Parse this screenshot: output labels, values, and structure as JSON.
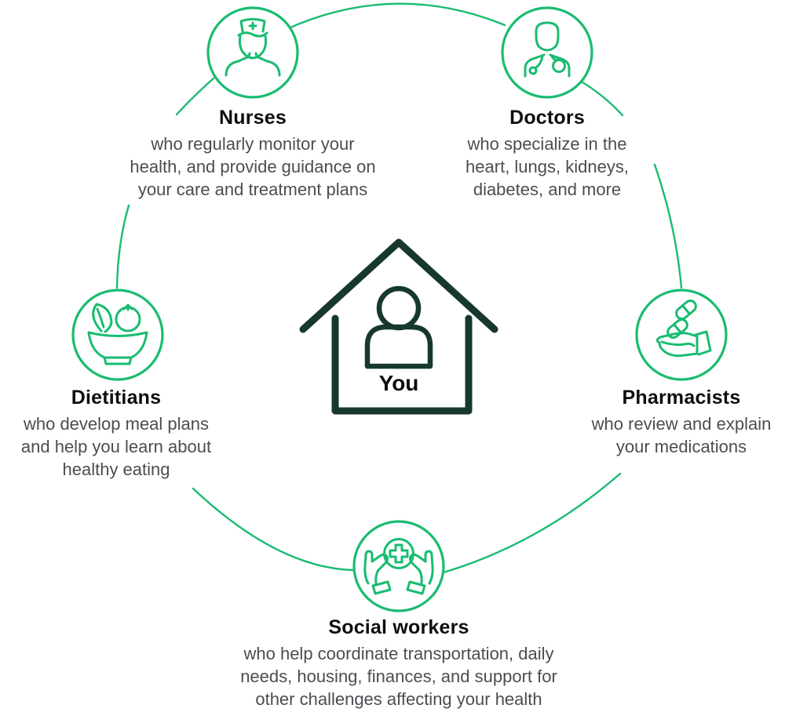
{
  "colors": {
    "accent_green": "#19bc70",
    "house_dark": "#16392b",
    "title_text": "#0d0e10",
    "body_text": "#4c4d52",
    "background": "#ffffff"
  },
  "center": {
    "label": "You",
    "icon": "house-with-person-icon"
  },
  "nodes": [
    {
      "id": "nurses",
      "icon": "nurse-icon",
      "title": "Nurses",
      "description": "who regularly monitor your\nhealth, and provide guidance on\nyour care and treatment plans"
    },
    {
      "id": "doctors",
      "icon": "doctor-icon",
      "title": "Doctors",
      "description": "who specialize in the\nheart, lungs, kidneys,\ndiabetes, and more"
    },
    {
      "id": "dietitians",
      "icon": "food-bowl-icon",
      "title": "Dietitians",
      "description": "who develop meal plans\nand help you learn about\nhealthy eating"
    },
    {
      "id": "pharmacists",
      "icon": "hand-with-pills-icon",
      "title": "Pharmacists",
      "description": "who review and explain\nyour medications"
    },
    {
      "id": "social_workers",
      "icon": "hands-holding-cross-icon",
      "title": "Social workers",
      "description": "who help coordinate transportation, daily\nneeds, housing, finances, and support for\nother challenges affecting your health"
    }
  ]
}
